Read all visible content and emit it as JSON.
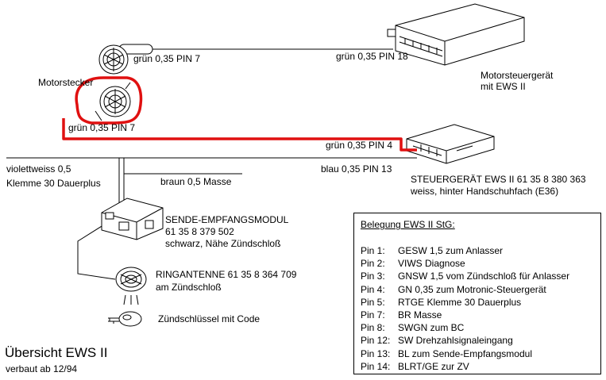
{
  "colors": {
    "highlight": "#e01010",
    "line": "#000000",
    "background": "#ffffff"
  },
  "icons": [
    "connector-plug-icon",
    "ecu-box-icon",
    "ews-control-unit-icon",
    "transceiver-module-icon",
    "ring-antenna-icon",
    "ignition-key-icon"
  ],
  "labels": {
    "motorstecker": "Motorstecker",
    "wire_upper": "grün 0,35 PIN 7",
    "wire_lower": "grün 0,35 PIN 7",
    "wire_pin18": "grün 0,35 PIN 18",
    "motorsteuergeraet": [
      "Motorsteuergerät",
      "mit EWS II"
    ],
    "wire_pin4": "grün 0,35 PIN 4",
    "violettweiss": [
      "violettweiss 0,5",
      "Klemme 30 Dauerplus"
    ],
    "braun": "braun 0,5 Masse",
    "blau": "blau 0,35 PIN 13",
    "steuergeraet_ews": [
      "STEUERGERÄT EWS II  61 35 8 380 363",
      "weiss, hinter Handschuhfach (E36)"
    ],
    "sende_empfang": [
      "SENDE-EMPFANGSMODUL",
      "61 35 8 379 502",
      "schwarz, Nähe Zündschloß"
    ],
    "ringantenne": [
      "RINGANTENNE   61 35 8 364 709",
      "am Zündschloß"
    ],
    "zuendschluessel": "Zündschlüssel mit Code"
  },
  "title": "Übersicht EWS II",
  "subtitle": "verbaut ab 12/94",
  "legend": {
    "title": "Belegung EWS II StG:",
    "rows": [
      {
        "pin": "Pin   1:",
        "desc": "GESW 1,5 zum Anlasser"
      },
      {
        "pin": "Pin   2:",
        "desc": "VIWS Diagnose"
      },
      {
        "pin": "Pin   3:",
        "desc": "GNSW 1,5 vom Zündschloß für Anlasser"
      },
      {
        "pin": "Pin   4:",
        "desc": "GN 0,35 zum Motronic-Steuergerät"
      },
      {
        "pin": "Pin   5:",
        "desc": "RTGE Klemme 30 Dauerplus"
      },
      {
        "pin": "Pin   7:",
        "desc": "BR Masse"
      },
      {
        "pin": "Pin   8:",
        "desc": "SWGN zum BC"
      },
      {
        "pin": "Pin 12:",
        "desc": "SW Drehzahlsignaleingang"
      },
      {
        "pin": "Pin 13:",
        "desc": "BL zum Sende-Empfangsmodul"
      },
      {
        "pin": "Pin 14:",
        "desc": "BLRT/GE zur ZV"
      }
    ]
  }
}
